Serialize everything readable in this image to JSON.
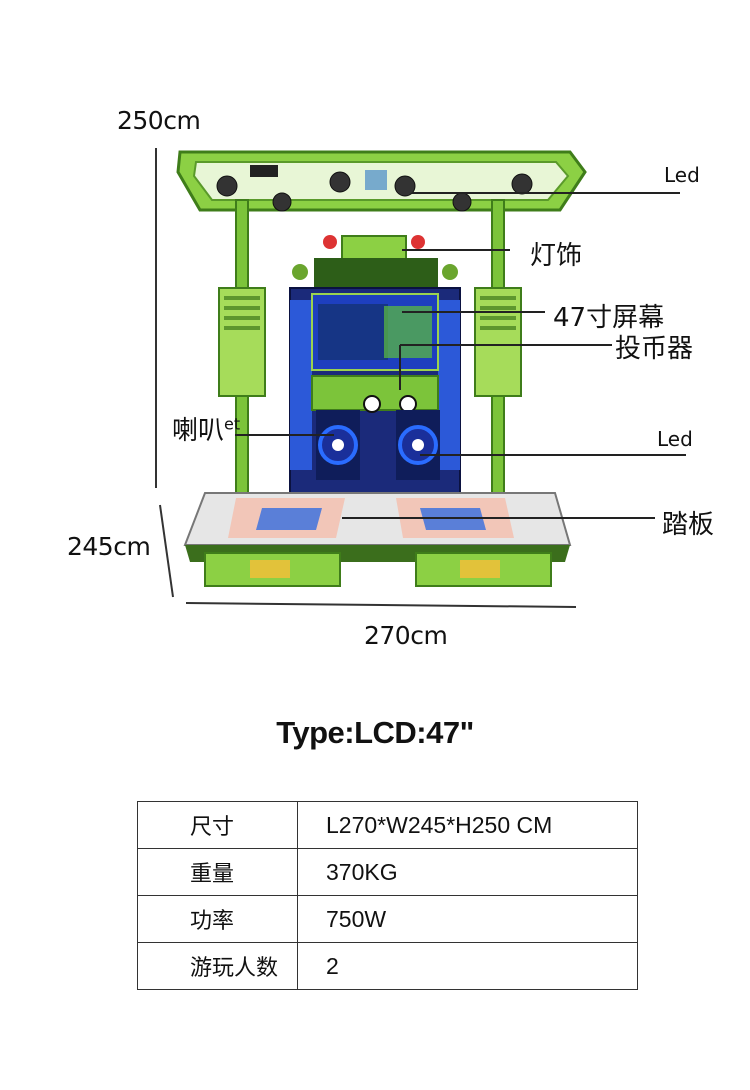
{
  "dimensions": {
    "height": "250cm",
    "depth": "245cm",
    "width": "270cm"
  },
  "callouts": {
    "led_top": "Led",
    "lamp_decor": "灯饰",
    "screen_size": "47寸屏幕",
    "coin_acceptor": "投币器",
    "speaker": "喇叭",
    "speaker_suffix": "et",
    "led_side": "Led",
    "pedal": "踏板"
  },
  "type_title": "Type:LCD:47\"",
  "spec_table": {
    "rows": [
      {
        "key": "尺寸",
        "value": "L270*W245*H250 CM"
      },
      {
        "key": "重量",
        "value": "370KG"
      },
      {
        "key": "功率",
        "value": "750W"
      },
      {
        "key": "游玩人数",
        "value": "2"
      }
    ]
  },
  "colors": {
    "frame_green": "#7cc43a",
    "frame_dark_green": "#3f7d1a",
    "screen_blue": "#1e3fbf",
    "speaker_blue": "#2a6cff",
    "panel_green": "#9bd24f"
  }
}
